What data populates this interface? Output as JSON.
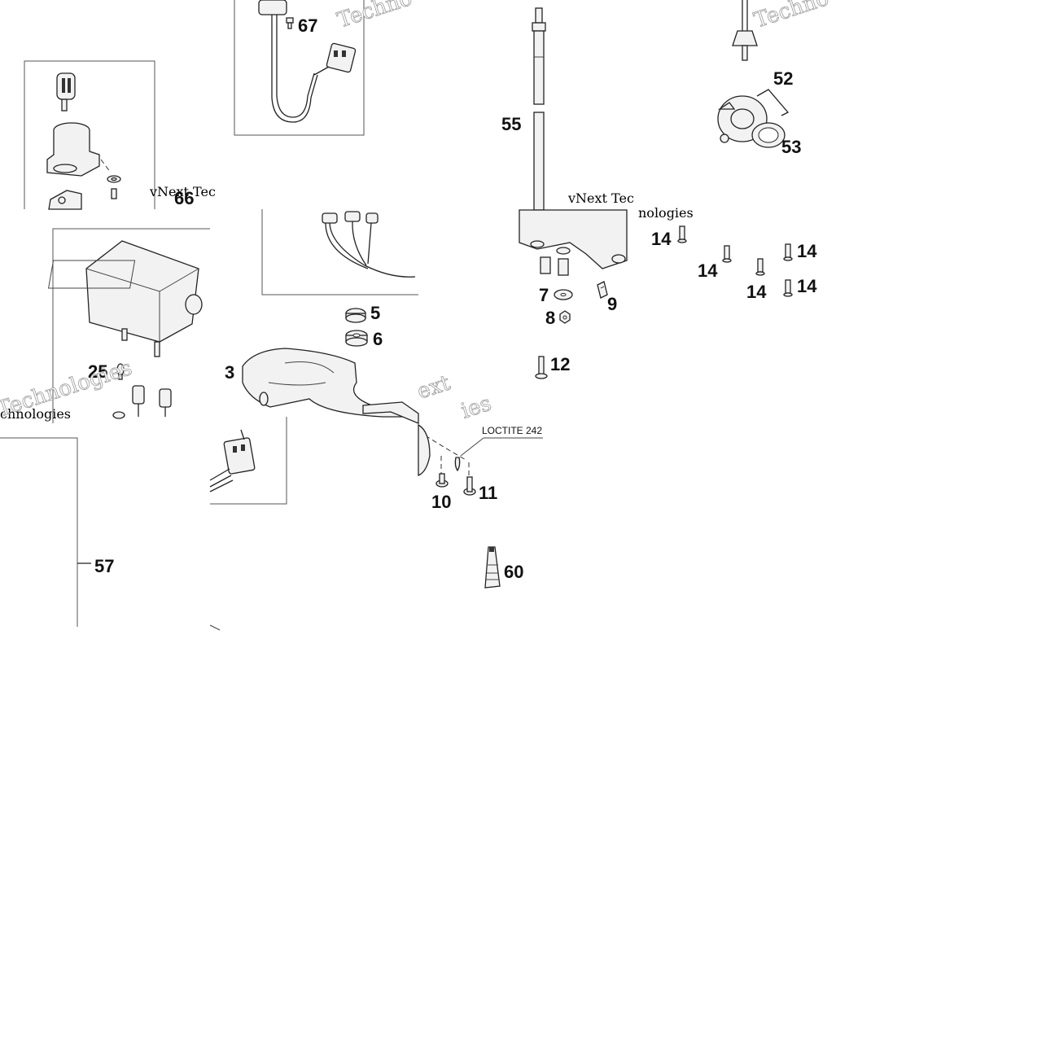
{
  "callouts": {
    "c67": "67",
    "c66": "66",
    "c55": "55",
    "c52": "52",
    "c53": "53",
    "c14a": "14",
    "c14b": "14",
    "c14c": "14",
    "c14d": "14",
    "c14e": "14",
    "c7": "7",
    "c8": "8",
    "c9": "9",
    "c5": "5",
    "c6": "6",
    "c25": "25",
    "c3": "3",
    "c12": "12",
    "c10": "10",
    "c11": "11",
    "c57": "57",
    "c60": "60"
  },
  "notes": {
    "loctite": "LOCTITE 242"
  },
  "watermarks": {
    "vnext_tech": "vNext Tec",
    "vnext_tech_2": "vNext Tec",
    "nologies": "nologies",
    "technologies": "Technologies",
    "chnologies": "chnologies",
    "ext": "ext",
    "techno": "Techno",
    "ies": "ies"
  }
}
